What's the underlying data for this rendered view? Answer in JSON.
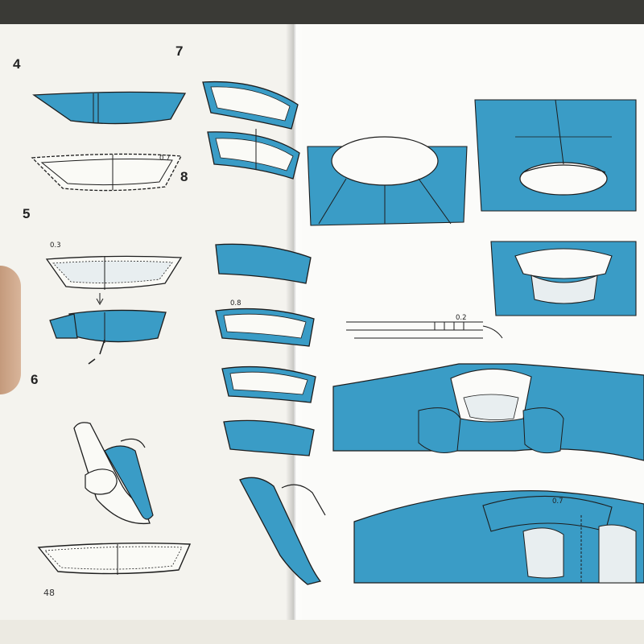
{
  "colors": {
    "fabric": "#3a9cc6",
    "fabric_dark": "#1f6e93",
    "paper": "#f4f3ee",
    "ink": "#1d1d1d"
  },
  "left_page": {
    "steps": [
      {
        "number": "4"
      },
      {
        "number": "5",
        "note": "0.3"
      },
      {
        "number": "6"
      },
      {
        "number": "7"
      },
      {
        "number": "8"
      }
    ],
    "measures": {
      "m1": "0.7",
      "m2": "0.8"
    },
    "page_number": "48"
  },
  "right_page": {
    "measures": {
      "m1": "0.2",
      "m2": "0.7"
    }
  }
}
